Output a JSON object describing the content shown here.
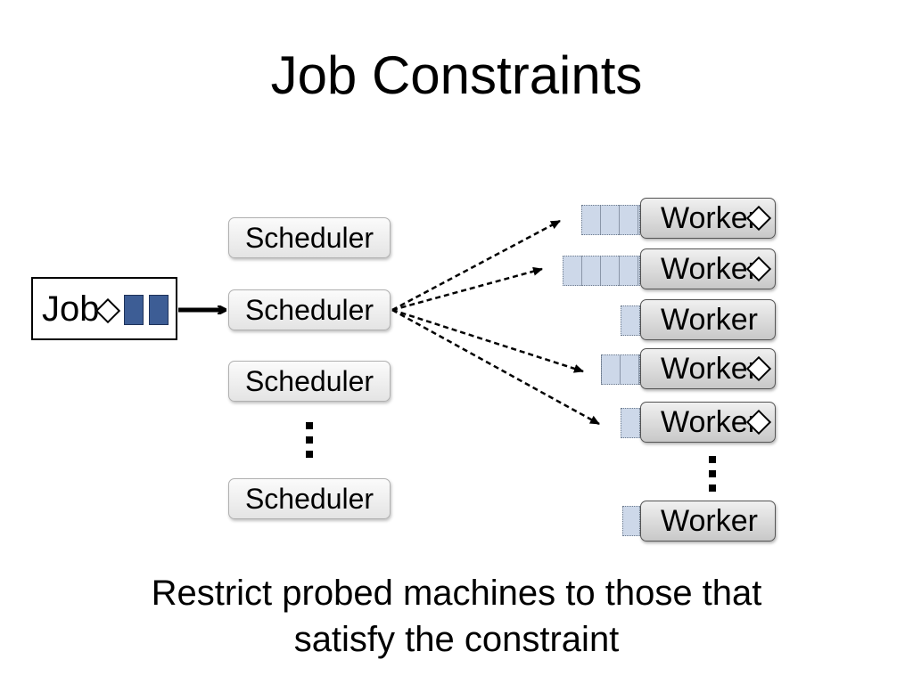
{
  "slide": {
    "title": "Job Constraints",
    "caption_line1": "Restrict probed machines to those that",
    "caption_line2": "satisfy the constraint"
  },
  "job": {
    "label": "Job"
  },
  "schedulers": [
    "Scheduler",
    "Scheduler",
    "Scheduler",
    "Scheduler"
  ],
  "workers": [
    "Worker",
    "Worker",
    "Worker",
    "Worker",
    "Worker",
    "Worker"
  ],
  "worker_constraint_marks": [
    true,
    true,
    false,
    true,
    true,
    false
  ],
  "icons": {
    "constraint": "diamond-icon",
    "ellipsis": "vertical-ellipsis-icon"
  },
  "colors": {
    "queue_fill": "#cdd8e9",
    "task_fill": "#3d5d95"
  }
}
